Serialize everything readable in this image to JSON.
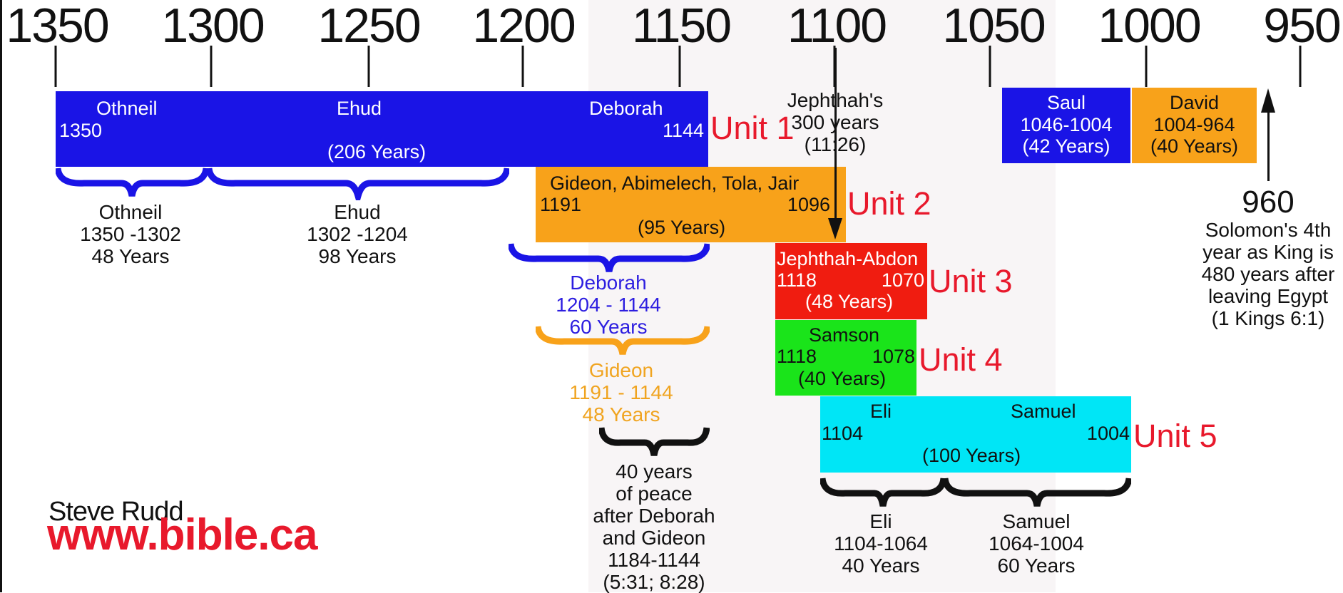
{
  "axis": {
    "ticks": [
      "1350",
      "1300",
      "1250",
      "1200",
      "1150",
      "1100",
      "1050",
      "1000",
      "950"
    ]
  },
  "colors": {
    "blue": "#1a14e6",
    "orange": "#f8a21a",
    "red": "#f01c10",
    "green": "#1ae41a",
    "cyan": "#00e6f6",
    "unit_red": "#e8192c",
    "deborah_text": "#2d1ee0",
    "gideon_text": "#f0a420"
  },
  "unit_labels": {
    "u1": "Unit 1",
    "u2": "Unit 2",
    "u3": "Unit 3",
    "u4": "Unit 4",
    "u5": "Unit 5"
  },
  "bars": {
    "unit1": {
      "othneil": "Othneil",
      "ehud": "Ehud",
      "deborah": "Deborah",
      "start": "1350",
      "end": "1144",
      "span": "(206 Years)"
    },
    "unit2": {
      "names": "Gideon, Abimelech, Tola, Jair",
      "start": "1191",
      "end": "1096",
      "span": "(95 Years)"
    },
    "unit3": {
      "names": "Jephthah-Abdon",
      "start": "1118",
      "end": "1070",
      "span": "(48 Years)"
    },
    "unit4": {
      "names": "Samson",
      "start": "1118",
      "end": "1078",
      "span": "(40 Years)"
    },
    "unit5": {
      "eli": "Eli",
      "samuel": "Samuel",
      "start": "1104",
      "end": "1004",
      "span": "(100 Years)"
    },
    "saul": {
      "name": "Saul",
      "range": "1046-1004",
      "span": "(42 Years)"
    },
    "david": {
      "name": "David",
      "range": "1004-964",
      "span": "(40 Years)"
    }
  },
  "notes": {
    "othneil": [
      "Othneil",
      "1350 -1302",
      "48 Years"
    ],
    "ehud": [
      "Ehud",
      "1302 -1204",
      "98 Years"
    ],
    "deborah": [
      "Deborah",
      "1204 - 1144",
      "60 Years"
    ],
    "gideon": [
      "Gideon",
      "1191 - 1144",
      "48 Years"
    ],
    "peace": [
      "40 years",
      "of peace",
      "after Deborah",
      "and Gideon",
      "1184-1144",
      "(5:31; 8:28)"
    ],
    "jephthah": [
      "Jephthah's",
      "300 years",
      "(11:26)"
    ],
    "eli": [
      "Eli",
      "1104-1064",
      "40 Years"
    ],
    "samuel": [
      "Samuel",
      "1064-1004",
      "60 Years"
    ],
    "solomon_year": "960",
    "solomon": [
      "Solomon's 4th",
      "year as King is",
      "480 years after",
      "leaving Egypt",
      "(1 Kings 6:1)"
    ]
  },
  "credit": {
    "author": "Steve Rudd",
    "site": "www.bible.ca"
  }
}
